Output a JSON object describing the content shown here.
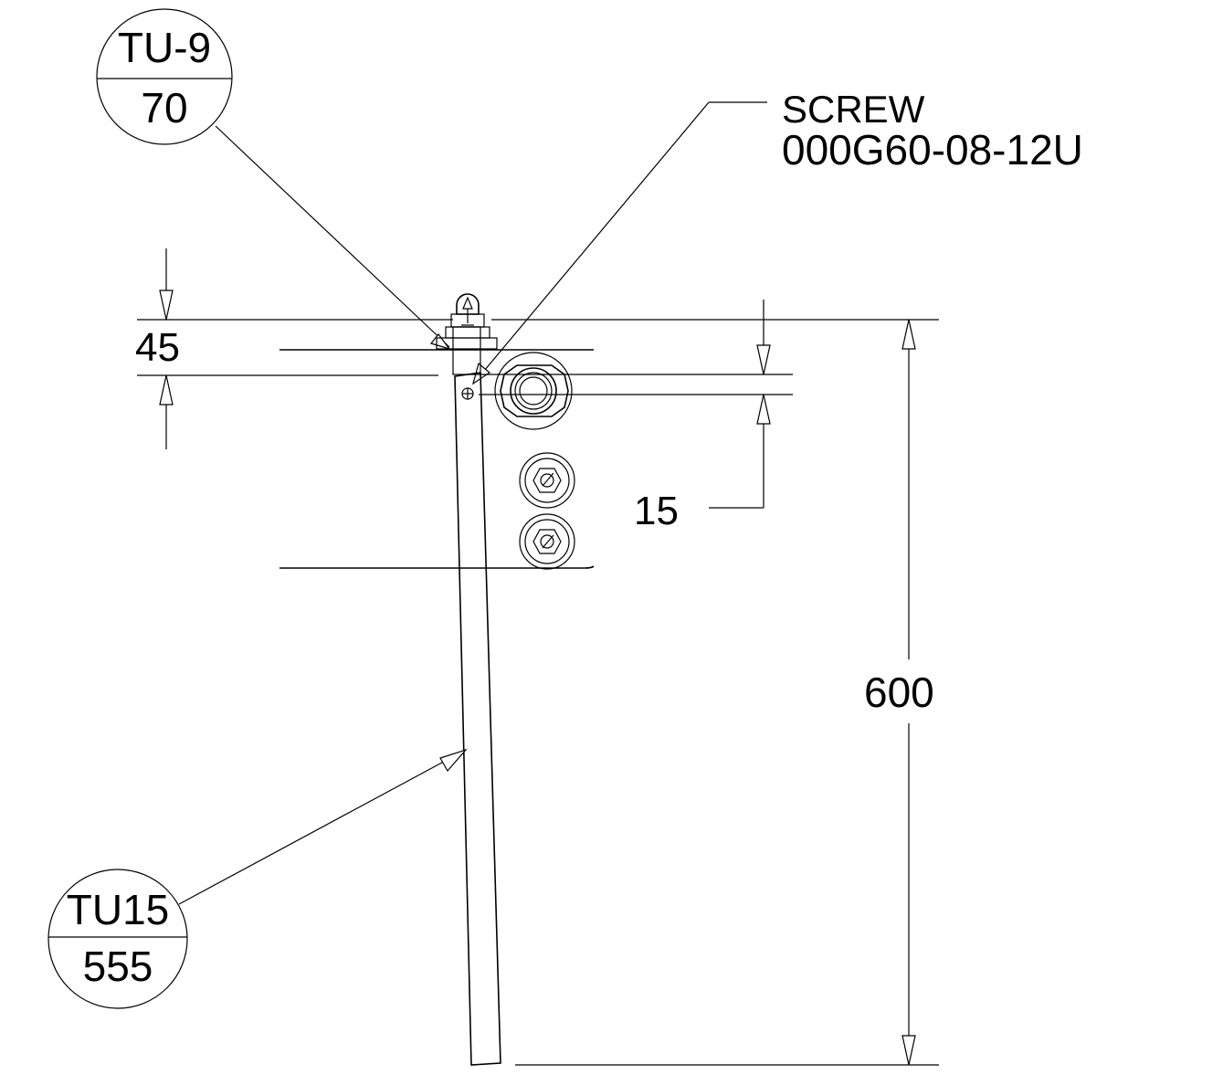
{
  "balloons": {
    "top": {
      "part": "TU-9",
      "qty": "70"
    },
    "bottom": {
      "part": "TU15",
      "qty": "555"
    }
  },
  "screw": {
    "label": "SCREW",
    "code": "000G60-08-12U"
  },
  "dimensions": {
    "top_offset": "45",
    "screw_offset": "15",
    "overall_height": "600"
  }
}
